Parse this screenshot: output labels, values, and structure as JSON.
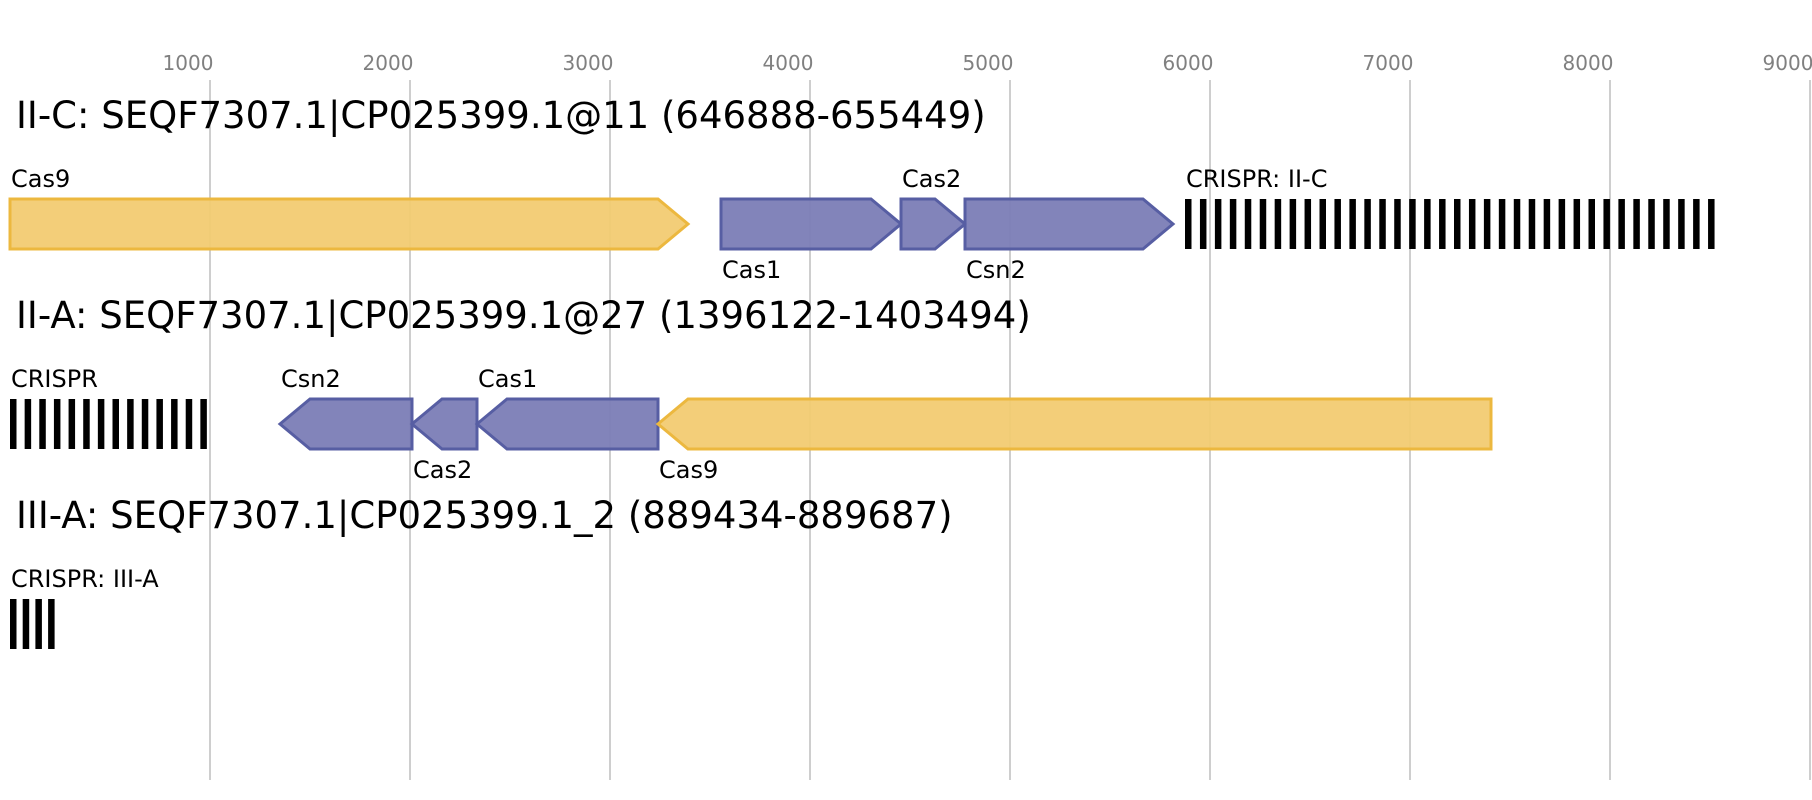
{
  "axis": {
    "ticks": [
      {
        "value": 1000,
        "label": "1000"
      },
      {
        "value": 2000,
        "label": "2000"
      },
      {
        "value": 3000,
        "label": "3000"
      },
      {
        "value": 4000,
        "label": "4000"
      },
      {
        "value": 5000,
        "label": "5000"
      },
      {
        "value": 6000,
        "label": "6000"
      },
      {
        "value": 7000,
        "label": "7000"
      },
      {
        "value": 8000,
        "label": "8000"
      },
      {
        "value": 9000,
        "label": "9000"
      }
    ]
  },
  "colors": {
    "cas9": "#f2cb72",
    "cas9_stroke": "#ecb83f",
    "cas": "#7b7db6",
    "cas_stroke": "#575ea3",
    "crispr": "#000000",
    "grid": "#b3b3b3",
    "tick_text": "#808080"
  },
  "loci": [
    {
      "title": "II-C: SEQF7307.1|CP025399.1@11 (646888-655449)",
      "features": [
        {
          "name": "Cas9",
          "type": "cas9",
          "start": 0,
          "end": 3390,
          "strand": "+",
          "label_pos": "above"
        },
        {
          "name": "Cas1",
          "type": "cas",
          "start": 3555,
          "end": 4455,
          "strand": "+",
          "label_pos": "below"
        },
        {
          "name": "Cas2",
          "type": "cas",
          "start": 4455,
          "end": 4775,
          "strand": "+",
          "label_pos": "above"
        },
        {
          "name": "Csn2",
          "type": "cas",
          "start": 4775,
          "end": 5815,
          "strand": "+",
          "label_pos": "below"
        },
        {
          "name": "CRISPR: II-C",
          "type": "crispr",
          "start": 5875,
          "end": 8565,
          "repeats": 36,
          "label_pos": "above"
        }
      ]
    },
    {
      "title": "II-A: SEQF7307.1|CP025399.1@27 (1396122-1403494)",
      "features": [
        {
          "name": "CRISPR",
          "type": "crispr",
          "start": 0,
          "end": 1025,
          "repeats": 14,
          "label_pos": "above"
        },
        {
          "name": "Csn2",
          "type": "cas",
          "start": 1350,
          "end": 2010,
          "strand": "-",
          "label_pos": "above"
        },
        {
          "name": "Cas2",
          "type": "cas",
          "start": 2010,
          "end": 2335,
          "strand": "-",
          "label_pos": "below"
        },
        {
          "name": "Cas1",
          "type": "cas",
          "start": 2335,
          "end": 3240,
          "strand": "-",
          "label_pos": "above"
        },
        {
          "name": "Cas9",
          "type": "cas9",
          "start": 3240,
          "end": 7405,
          "strand": "-",
          "label_pos": "below"
        }
      ]
    },
    {
      "title": "III-A: SEQF7307.1|CP025399.1_2 (889434-889687)",
      "features": [
        {
          "name": "CRISPR: III-A",
          "type": "crispr",
          "start": 0,
          "end": 254,
          "repeats": 4,
          "label_pos": "above"
        }
      ]
    }
  ]
}
